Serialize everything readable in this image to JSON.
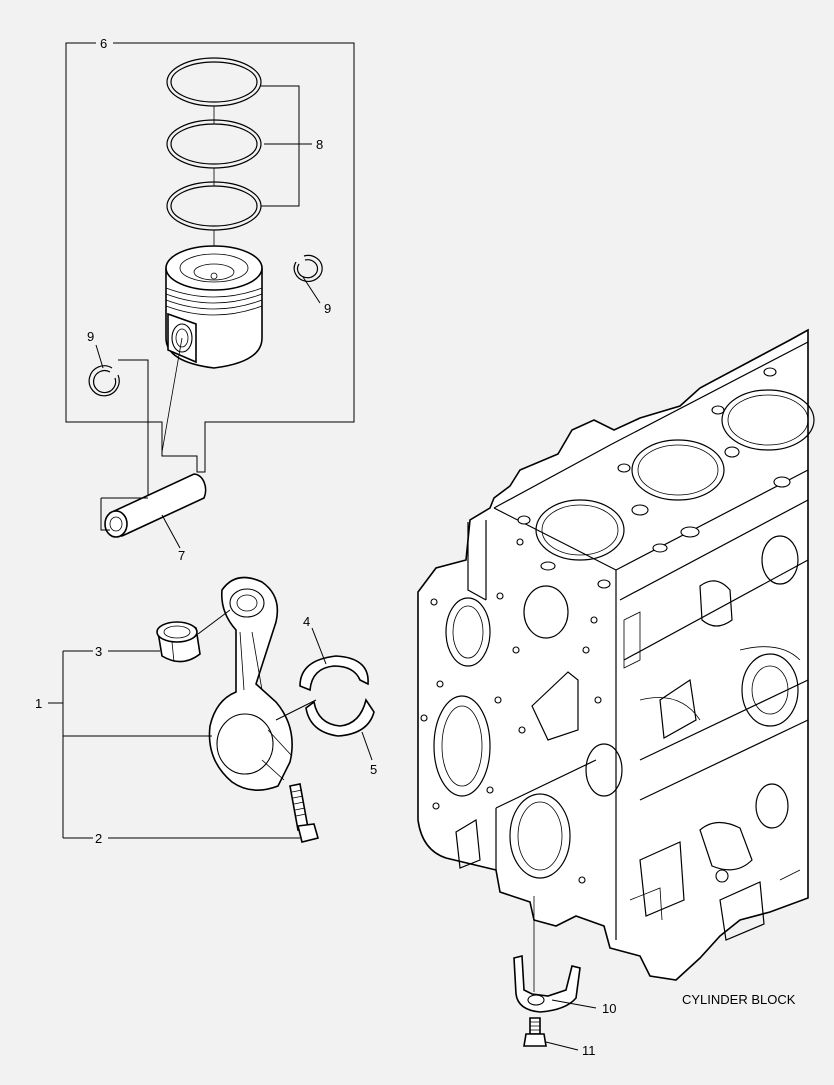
{
  "callouts": {
    "c1": "1",
    "c2": "2",
    "c3": "3",
    "c4": "4",
    "c5": "5",
    "c6": "6",
    "c7": "7",
    "c8": "8",
    "c9a": "9",
    "c9b": "9",
    "c10": "10",
    "c11": "11"
  },
  "block_label": "CYLINDER BLOCK",
  "colors": {
    "background": "#f2f2f2",
    "line": "#000000",
    "part_fill": "#ffffff"
  }
}
